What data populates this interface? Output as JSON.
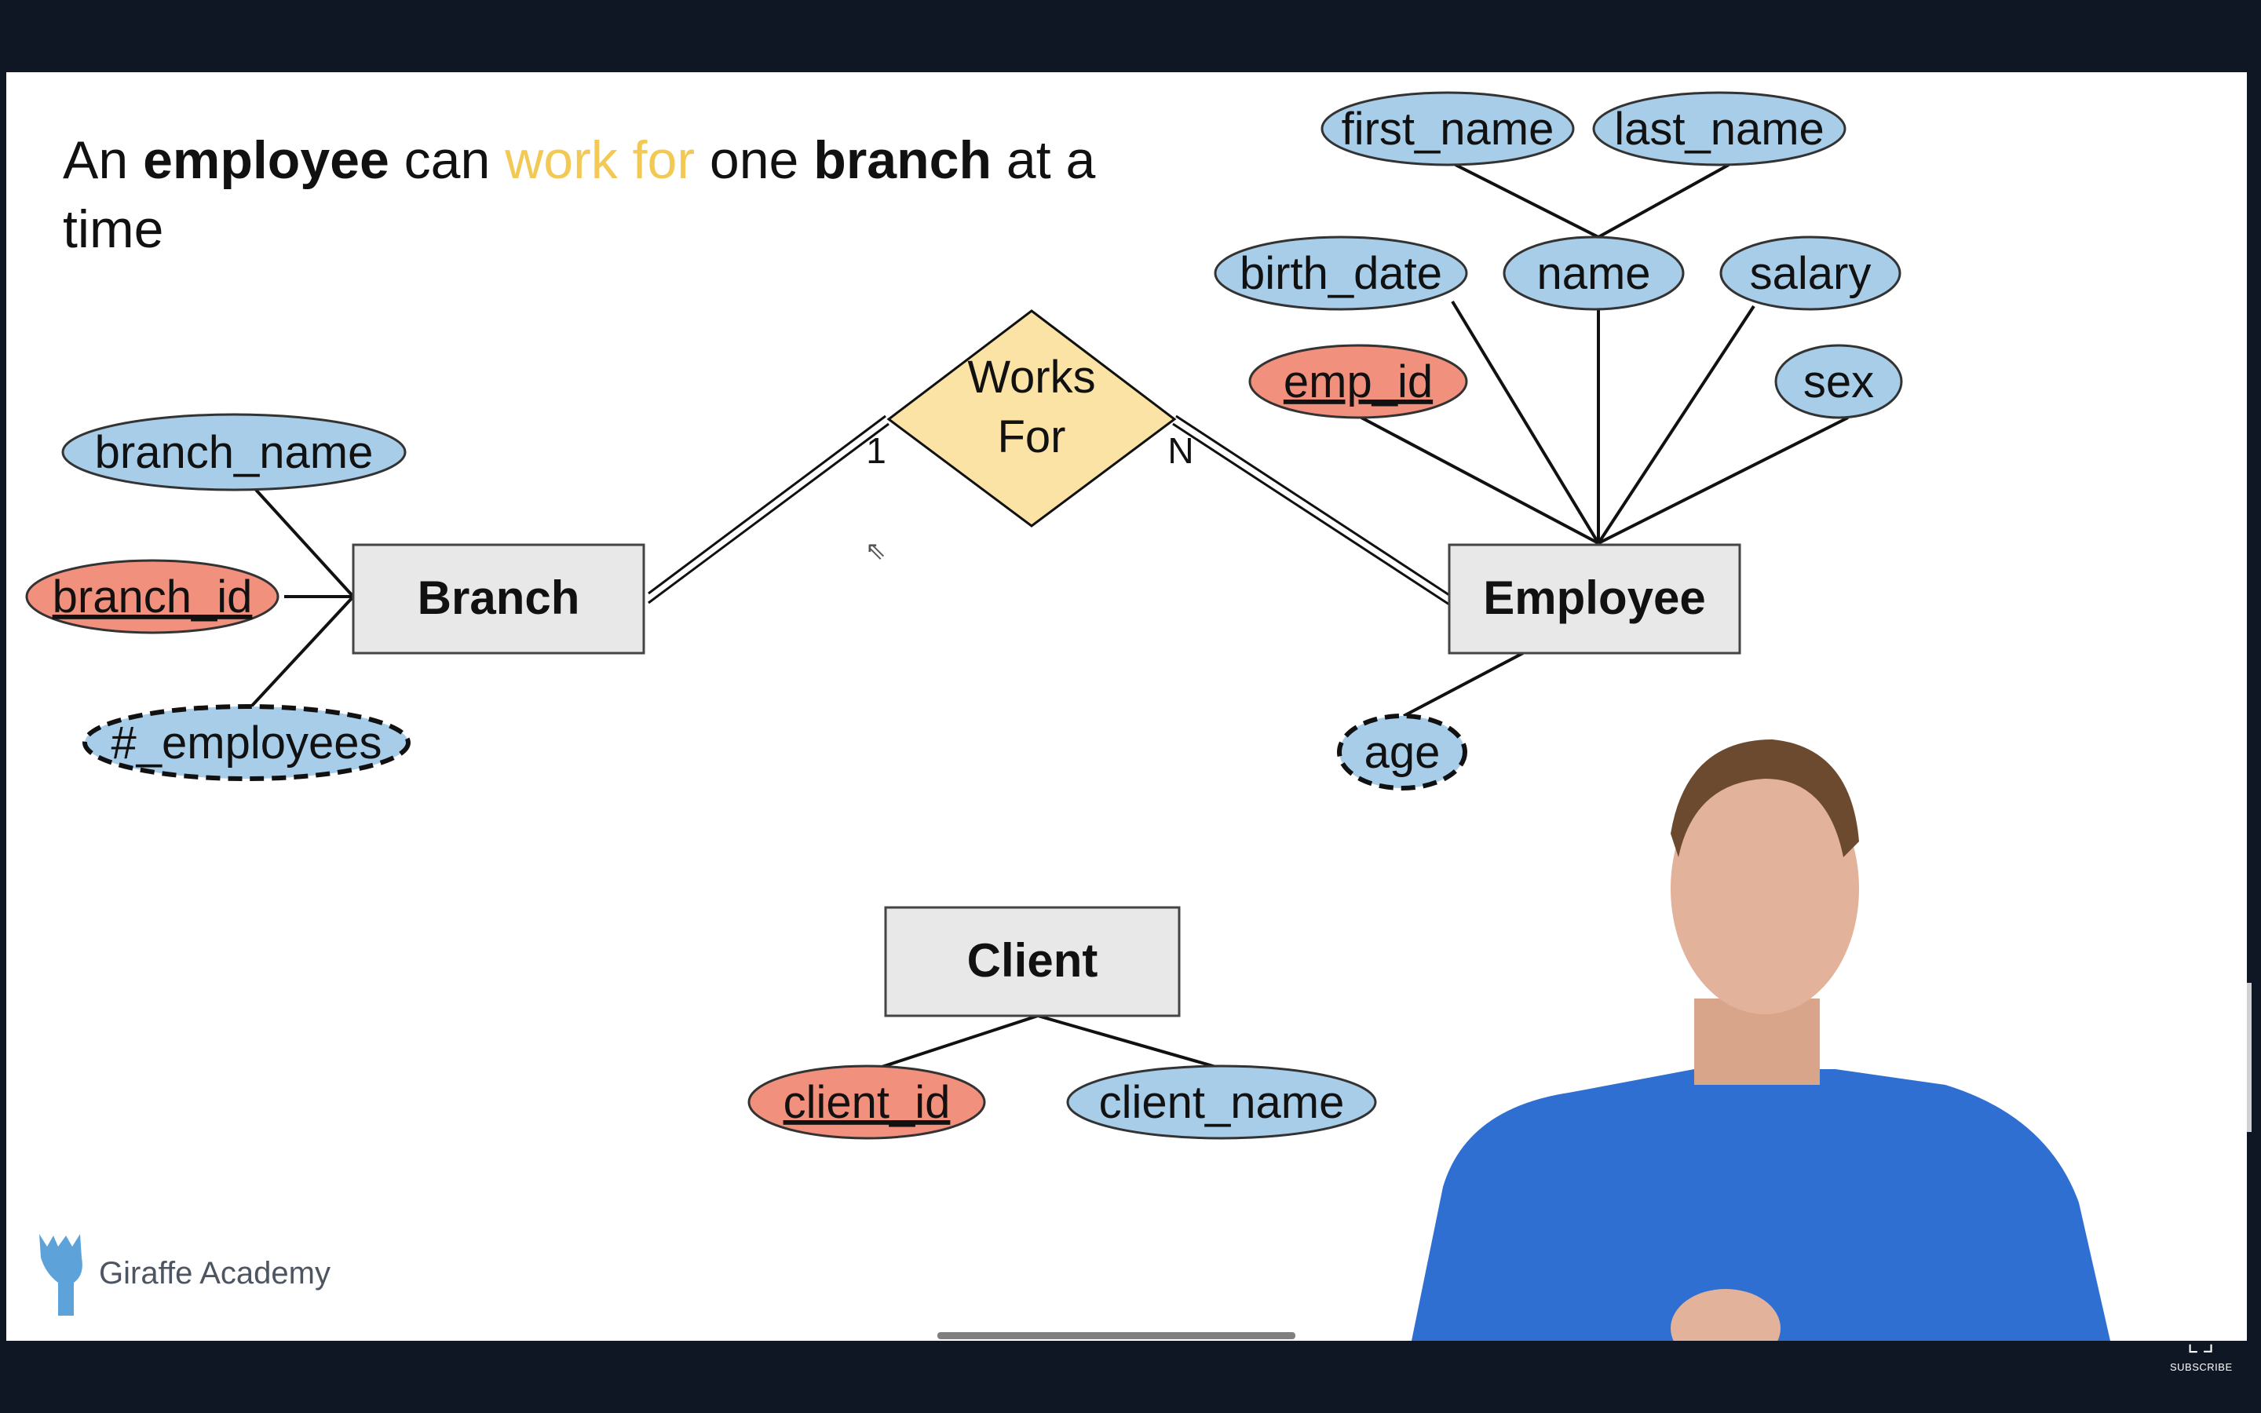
{
  "headline": {
    "part1": "An ",
    "part2": "employee",
    "part3": " can ",
    "part4": "work for",
    "part5": " one ",
    "part6": "branch",
    "part7": " at a time"
  },
  "entities": {
    "branch": "Branch",
    "employee": "Employee",
    "client": "Client"
  },
  "relationship": {
    "line1": "Works",
    "line2": "For",
    "branch_cardinality": "1",
    "employee_cardinality": "N"
  },
  "attributes": {
    "branch_name": "branch_name",
    "branch_id": "branch_id",
    "num_employees": "#_employees",
    "first_name": "first_name",
    "last_name": "last_name",
    "birth_date": "birth_date",
    "name": "name",
    "salary": "salary",
    "emp_id": "emp_id",
    "sex": "sex",
    "age": "age",
    "client_id": "client_id",
    "client_name": "client_name"
  },
  "logo": {
    "text": "Giraffe Academy"
  },
  "subscribe": {
    "label": "SUBSCRIBE"
  },
  "colors": {
    "attribute_fill": "#a8cde8",
    "key_attribute_fill": "#f0907d",
    "relationship_fill": "#fbe3a5",
    "entity_fill": "#e8e8e8",
    "highlight": "#f2c955",
    "logo_blue": "#5da3d9"
  }
}
